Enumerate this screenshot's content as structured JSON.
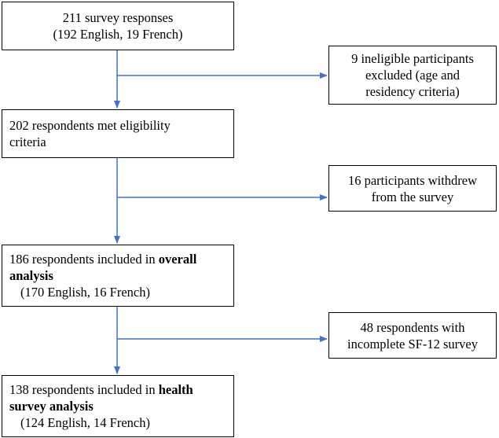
{
  "flowchart": {
    "box_total": {
      "line1": "211 survey responses",
      "line2": "(192 English, 19 French)"
    },
    "box_ineligible": {
      "line1": "9 ineligible participants",
      "line2": "excluded (age and",
      "line3": "residency criteria)"
    },
    "box_eligible": {
      "line1": "202 respondents met eligibility",
      "line2": "criteria"
    },
    "box_withdrew": {
      "line1": "16 participants withdrew",
      "line2": "from the survey"
    },
    "box_overall": {
      "line1_prefix": "186 respondents included in ",
      "line1_bold": "overall",
      "line2_bold": "analysis",
      "line3": "(170 English, 16 French)"
    },
    "box_incomplete": {
      "line1": "48 respondents with",
      "line2": "incomplete SF-12 survey"
    },
    "box_health": {
      "line1_prefix": "138 respondents included in ",
      "line1_bold": "health",
      "line2_bold": "survey analysis",
      "line3": "(124 English, 14 French)"
    }
  },
  "colors": {
    "arrow": "#4472C4",
    "box_border": "#000000",
    "text": "#000000"
  }
}
